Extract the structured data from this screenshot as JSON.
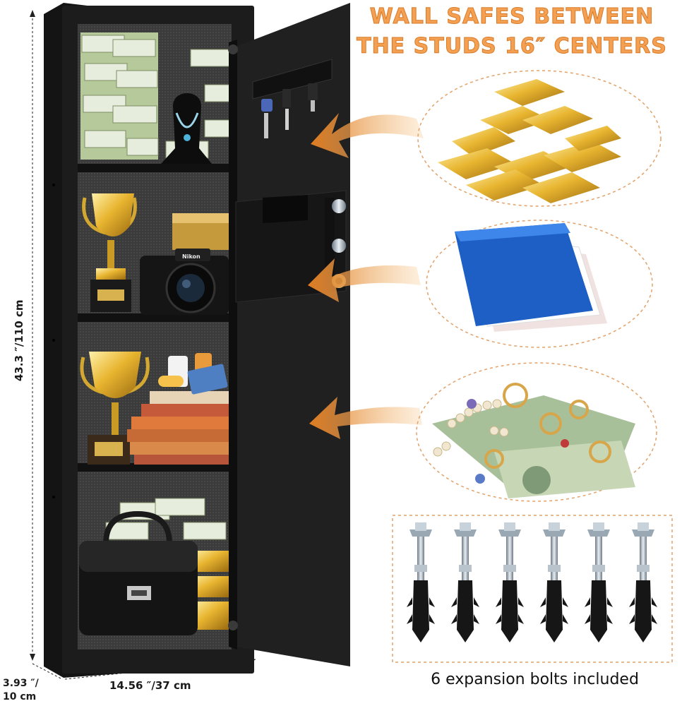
{
  "headline": {
    "line1": "WALL SAFES BETWEEN",
    "line2": "THE STUDS 16″ CENTERS"
  },
  "dimensions": {
    "height": "43.3 ″/110 cm",
    "depth_line1": "3.93 ″/",
    "depth_line2": "10 cm",
    "width": "14.56 ″/37 cm"
  },
  "bolts": {
    "count": 6,
    "caption": "6 expansion bolts included"
  },
  "camera_brand": "Nikon",
  "colors": {
    "accent_orange": "#f3a052",
    "safe_body": "#1c1c1c",
    "gold": "#e8b530"
  }
}
